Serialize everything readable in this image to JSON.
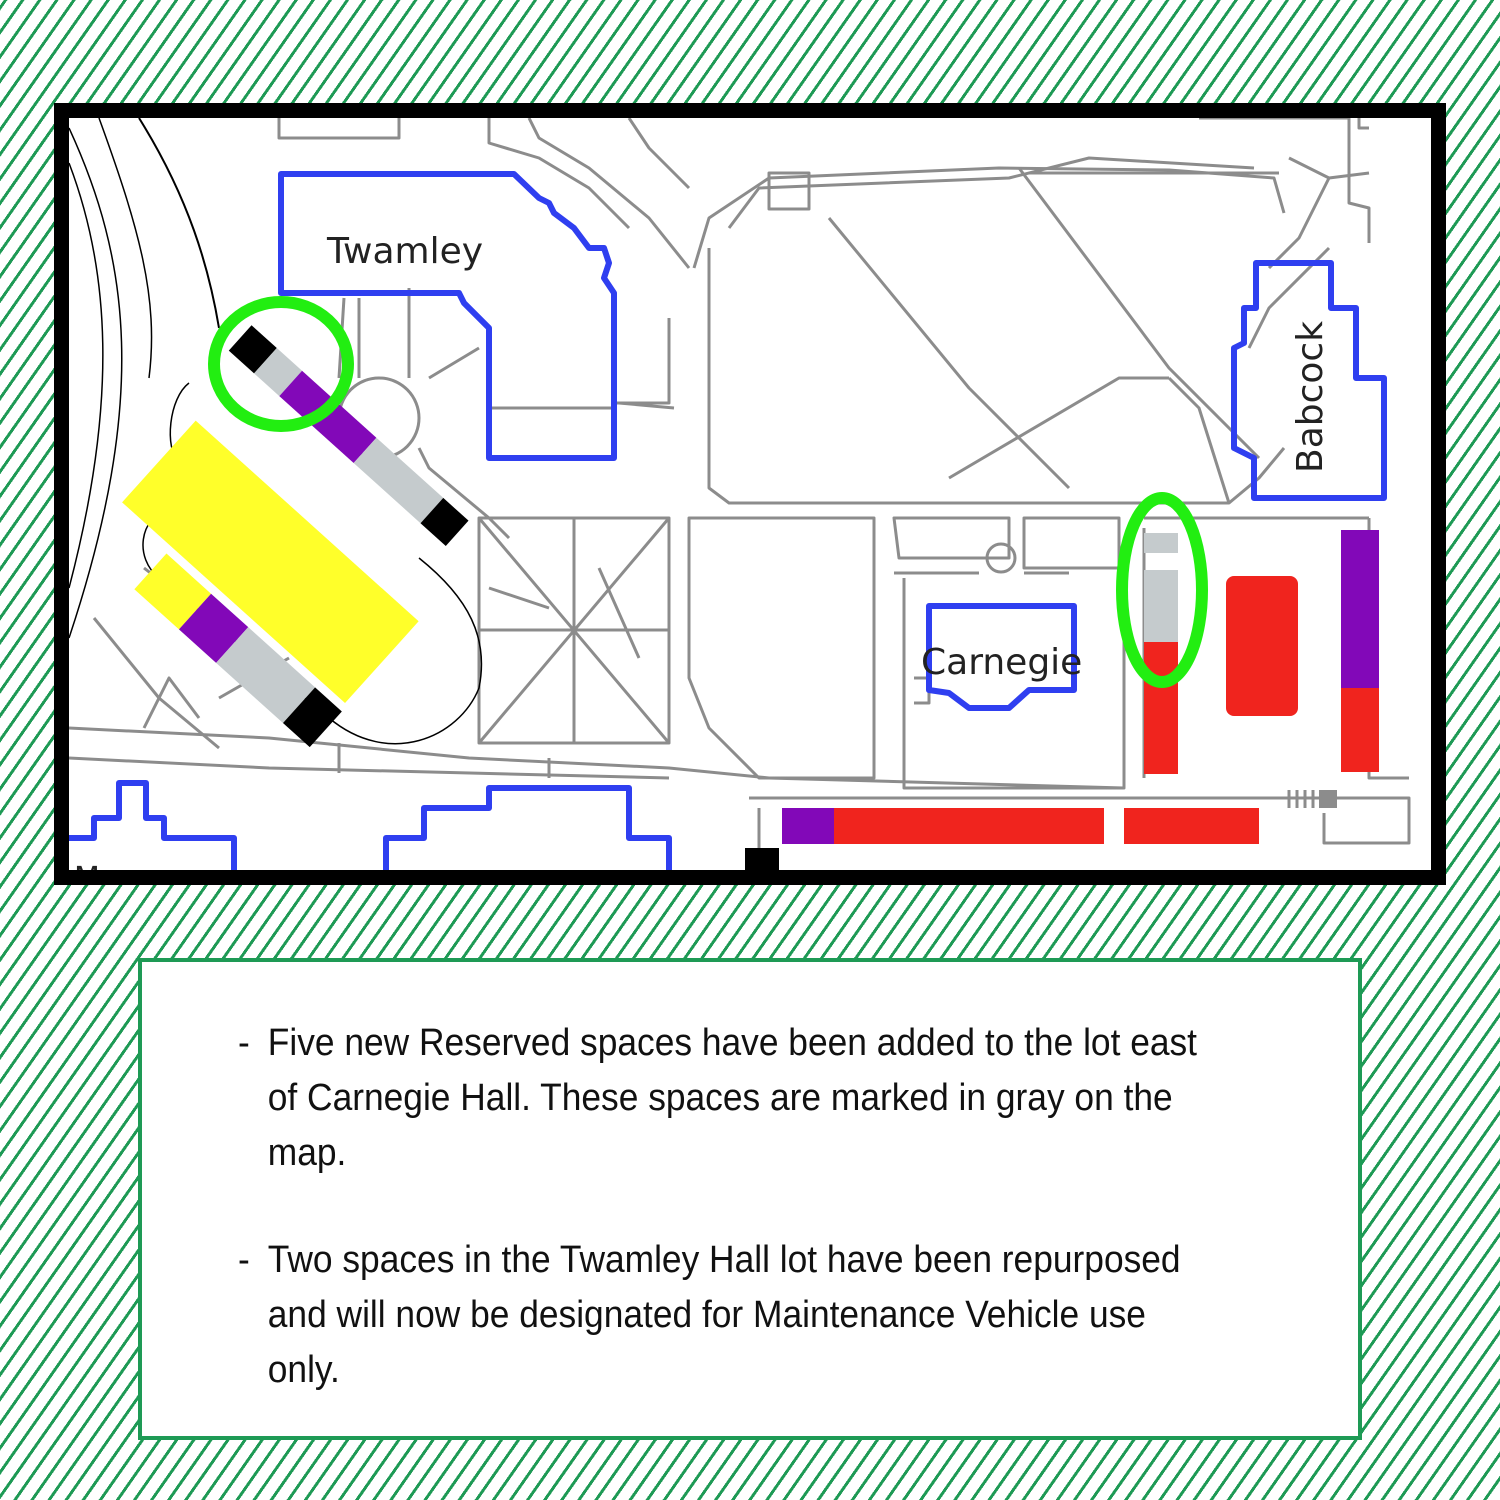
{
  "map": {
    "buildings": {
      "twamley": "Twamley",
      "babcock": "Babcock",
      "carnegie": "Carnegie",
      "museum_partial": "Museum"
    },
    "colors": {
      "building_outline": "#2f3ff0",
      "path": "#8c8c8c",
      "highlight_circle": "#22ee11",
      "reserved_gray": "#c5cbcd",
      "maintenance_black": "#000000",
      "purple": "#8208b8",
      "yellow": "#ffff2a",
      "red": "#f0241e"
    }
  },
  "notices": [
    {
      "bullet": "-",
      "text": "Five new Reserved spaces have been added to the lot east of Carnegie Hall. These spaces are marked in gray on the map."
    },
    {
      "bullet": "-",
      "text": "Two spaces in the Twamley Hall lot have been repurposed and will now be designated for Maintenance Vehicle use only."
    }
  ]
}
